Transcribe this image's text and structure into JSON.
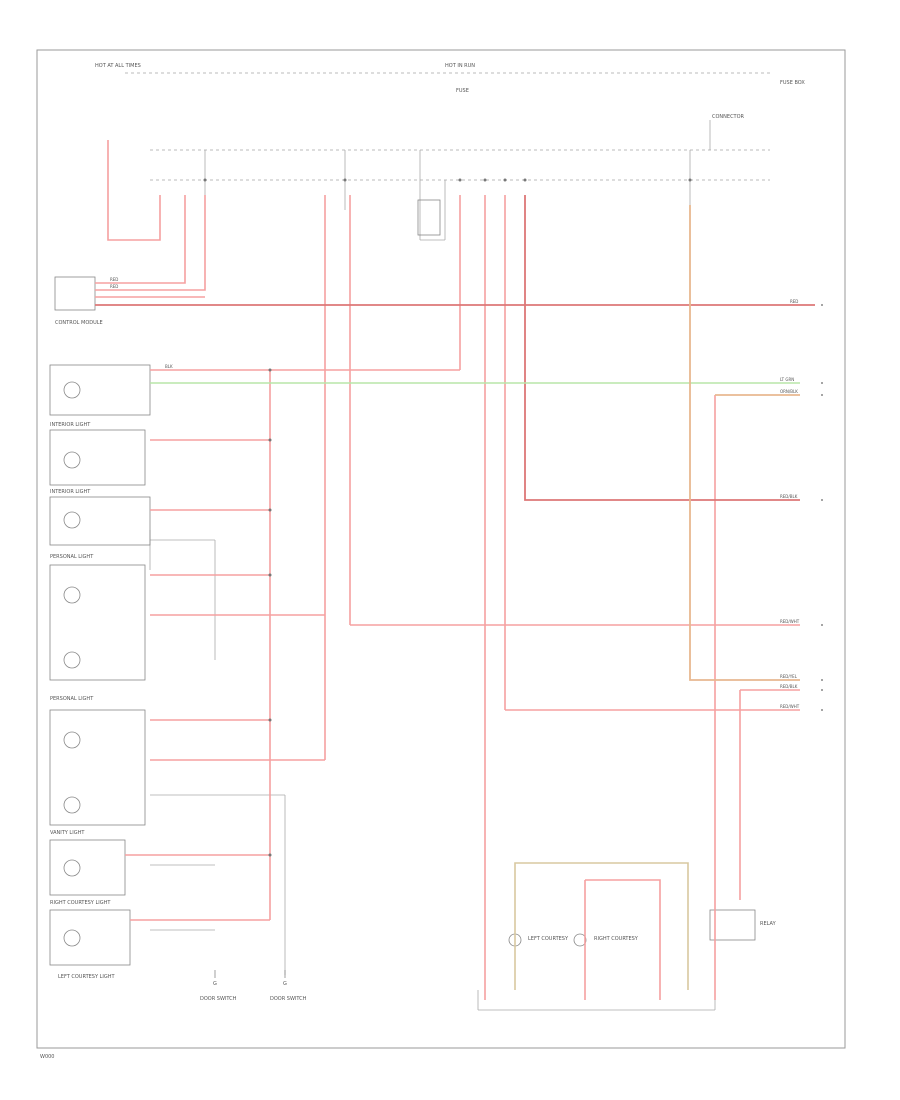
{
  "header": {
    "left_label": "HOT AT ALL TIMES",
    "center_label": "HOT IN RUN",
    "center_sub": "FUSE",
    "right_label": "FUSE BOX",
    "connector_label": "CONNECTOR"
  },
  "components": {
    "module": "CONTROL MODULE",
    "light_1": "INTERIOR LIGHT",
    "light_2": "INTERIOR LIGHT",
    "light_3": "PERSONAL LIGHT",
    "light_4": "PERSONAL LIGHT",
    "light_5": "VANITY LIGHT",
    "light_6": "RIGHT COURTESY LIGHT",
    "light_7": "LEFT COURTESY LIGHT",
    "switch_1": "DOOR SWITCH",
    "switch_2": "DOOR SWITCH",
    "bulb_1": "LEFT COURTESY",
    "bulb_2": "RIGHT COURTESY",
    "relay": "RELAY",
    "ground_1": "G",
    "ground_2": "G",
    "bottom_code": "W000"
  },
  "wires": {
    "w1": "RED",
    "w2": "RED",
    "w3": "RED",
    "w4": "RED/BLK",
    "w5": "LT GRN",
    "w6": "ORN/BLK",
    "w7": "RED/WHT",
    "w8": "RED/YEL",
    "w9": "RED/BLK",
    "w10": "RED/WHT",
    "w11": "BLK"
  },
  "colors": {
    "red_wire": "#f5a0a0",
    "dark_red_wire": "#c85a5a",
    "green_wire": "#b8e6a8",
    "orange_wire": "#e8b890",
    "tan_wire": "#d8c8a0",
    "line": "#9a9a9a"
  }
}
